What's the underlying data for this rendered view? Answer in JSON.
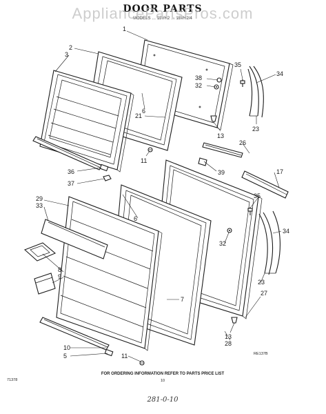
{
  "title": "DOOR PARTS",
  "subtitle": "MODELS … 15VH2 … 15VH2/4",
  "watermark": "AppliancePartsPros.com",
  "footer_note": "FOR ORDERING INFORMATION REFER TO PARTS PRICE LIST",
  "page_number": "10",
  "left_code": "71378",
  "ref_code": "RE137B",
  "handwritten_note": "281-0-10",
  "callouts": {
    "c1": "1",
    "c2": "2",
    "c3": "3",
    "c35a": "35",
    "c34a": "34",
    "c38": "38",
    "c32a": "32",
    "c6a": "6",
    "c21": "21",
    "c23a": "23",
    "c13a": "13",
    "c26": "26",
    "c11a": "11",
    "c39": "39",
    "c17": "17",
    "c36": "36",
    "c37": "37",
    "c29": "29",
    "c33": "33",
    "c6b": "6",
    "c35b": "35",
    "c34b": "34",
    "c32b": "32",
    "c8": "8",
    "c9": "9",
    "c23b": "23",
    "c7": "7",
    "c27": "27",
    "c13b": "13",
    "c28": "28",
    "c10": "10",
    "c5": "5",
    "c11b": "11"
  }
}
